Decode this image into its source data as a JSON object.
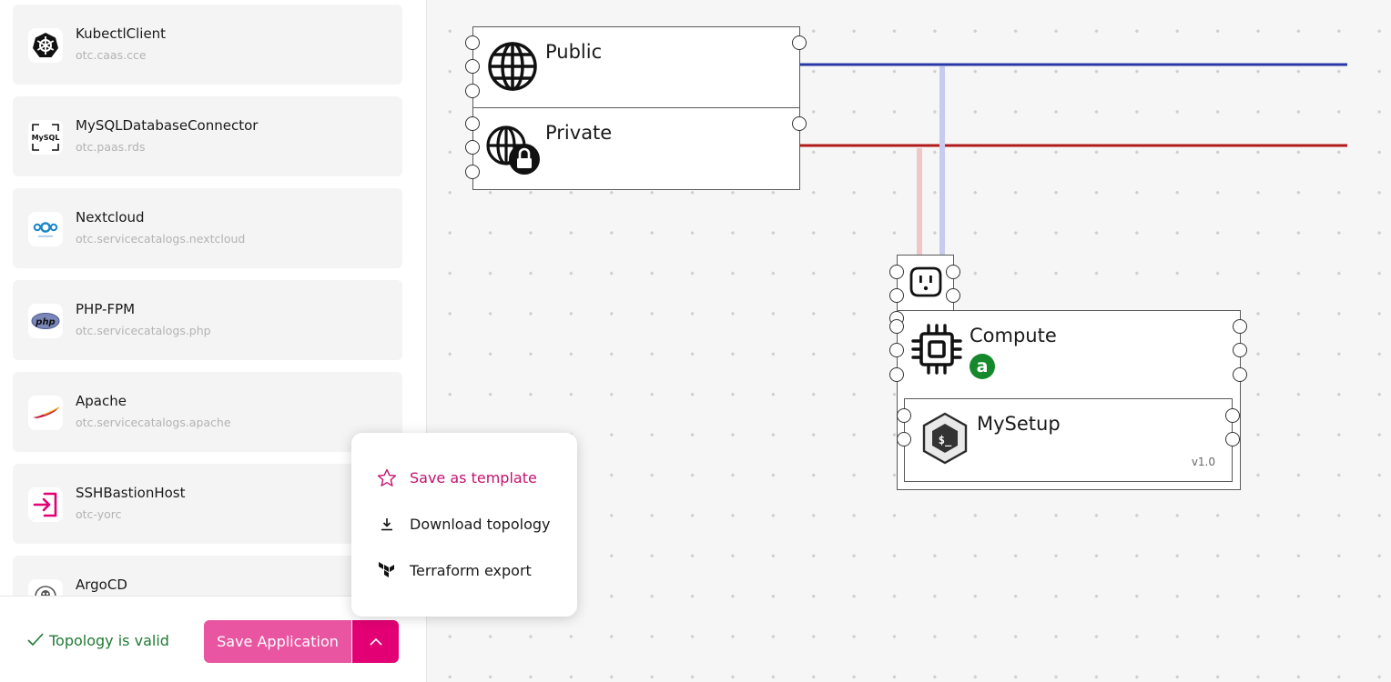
{
  "sidebar": {
    "components": [
      {
        "name": "KubectlClient",
        "sub": "otc.caas.cce",
        "icon": "kubernetes-icon"
      },
      {
        "name": "MySQLDatabaseConnector",
        "sub": "otc.paas.rds",
        "icon": "mysql-icon"
      },
      {
        "name": "Nextcloud",
        "sub": "otc.servicecatalogs.nextcloud",
        "icon": "nextcloud-icon"
      },
      {
        "name": "PHP-FPM",
        "sub": "otc.servicecatalogs.php",
        "icon": "php-icon"
      },
      {
        "name": "Apache",
        "sub": "otc.servicecatalogs.apache",
        "icon": "apache-feather-icon"
      },
      {
        "name": "SSHBastionHost",
        "sub": "otc-yorc",
        "icon": "login-arrow-icon"
      },
      {
        "name": "ArgoCD",
        "sub": "",
        "icon": "argocd-icon"
      }
    ],
    "mysql_logo_text": "MySQL",
    "php_logo_text": "php"
  },
  "footer": {
    "status_text": "Topology is valid",
    "save_label": "Save Application"
  },
  "menu": {
    "items": [
      {
        "label": "Save as template",
        "icon": "star-icon"
      },
      {
        "label": "Download topology",
        "icon": "download-icon"
      },
      {
        "label": "Terraform export",
        "icon": "terraform-icon"
      }
    ]
  },
  "canvas": {
    "nodes": {
      "public": {
        "title": "Public",
        "icon": "globe-icon"
      },
      "private": {
        "title": "Private",
        "icon": "globe-lock-icon"
      },
      "endpoint": {
        "icon": "power-outlet-icon"
      },
      "compute": {
        "title": "Compute",
        "icon": "cpu-chip-icon",
        "badge_icon": "ansible-icon",
        "badge_text": "a"
      },
      "mysetup": {
        "title": "MySetup",
        "icon": "bash-icon",
        "version": "v1.0",
        "logo_text": "$_"
      }
    },
    "colors": {
      "public_network": "#2a37a6",
      "private_network": "#b01a1a",
      "public_link": "#c7cbef",
      "private_link": "#efc7c7",
      "brand": "#e20074"
    }
  }
}
